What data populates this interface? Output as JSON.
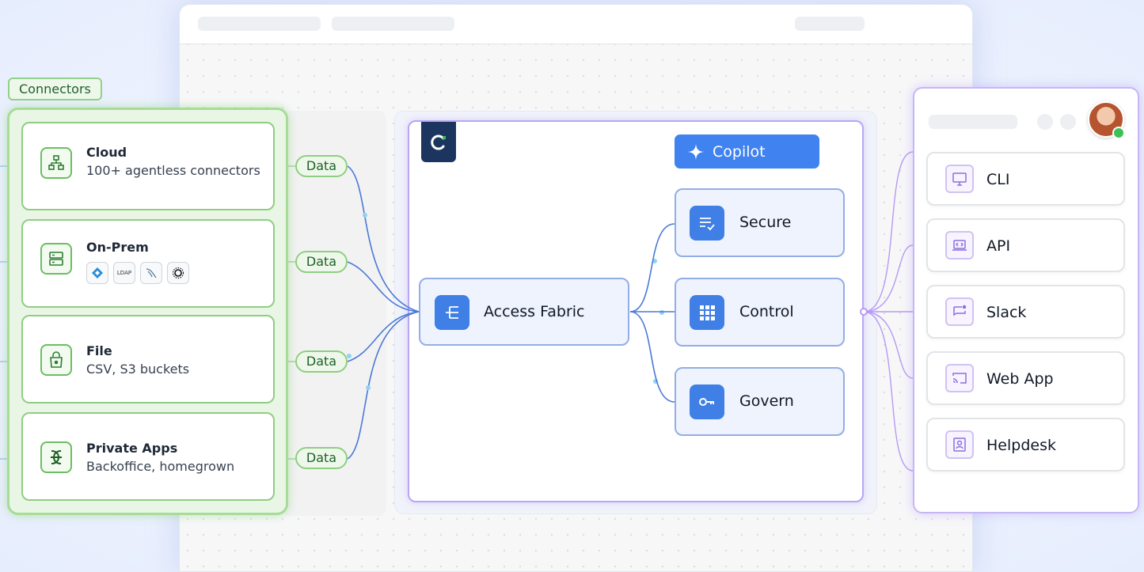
{
  "connectors_label": "Connectors",
  "connectors": [
    {
      "title": "Cloud",
      "subtitle": "100+ agentless connectors",
      "icon": "cloud-network-icon"
    },
    {
      "title": "On-Prem",
      "subtitle": "",
      "icon": "server-icon",
      "logos": [
        "active-directory-logo",
        "LDAP",
        "mysql-logo",
        "sun-logo"
      ]
    },
    {
      "title": "File",
      "subtitle": "CSV, S3 buckets",
      "icon": "file-bucket-icon"
    },
    {
      "title": "Private Apps",
      "subtitle": "Backoffice, homegrown",
      "icon": "private-apps-icon"
    }
  ],
  "data_pills": [
    "Data",
    "Data",
    "Data",
    "Data"
  ],
  "center": {
    "fabric": "Access Fabric",
    "copilot": "Copilot",
    "capabilities": [
      "Secure",
      "Control",
      "Govern"
    ]
  },
  "channels": [
    "CLI",
    "API",
    "Slack",
    "Web App",
    "Helpdesk"
  ],
  "colors": {
    "connector_green": "#8fce82",
    "primary_blue": "#3f7fe6",
    "channel_purple": "#c7b6f6",
    "brand_navy": "#1c355e"
  }
}
